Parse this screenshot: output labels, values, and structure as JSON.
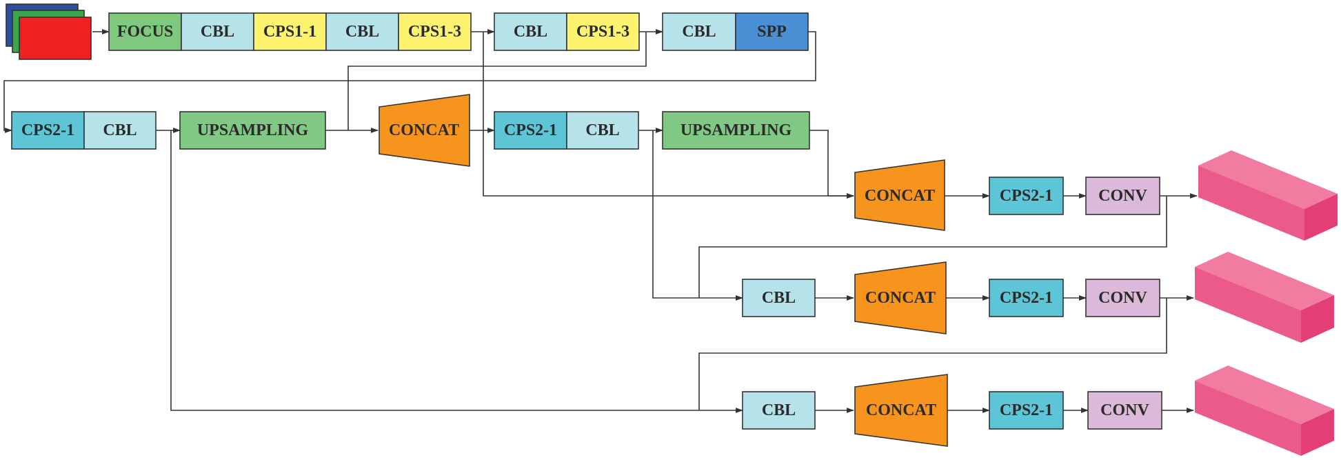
{
  "labels": {
    "focus": "FOCUS",
    "cbl": "CBL",
    "cps1_1": "CPS1-1",
    "cps1_3": "CPS1-3",
    "spp": "SPP",
    "cps2_1": "CPS2-1",
    "upsampling": "UPSAMPLING",
    "concat": "CONCAT",
    "conv": "CONV"
  },
  "colors": {
    "focus_green": "#7fc97f",
    "upsampling_green": "#80c883",
    "cbl_light_blue": "#b6e3ea",
    "cps1_yellow": "#fdf36f",
    "spp_blue": "#4a8fd3",
    "cps2_cyan": "#5ec5d7",
    "concat_orange": "#f7941d",
    "conv_lilac": "#dbbad9",
    "output_pink": "#ea5b8a",
    "input_red": "#ee2222",
    "input_green": "#3aa84a",
    "input_blue": "#2e4f9e"
  }
}
